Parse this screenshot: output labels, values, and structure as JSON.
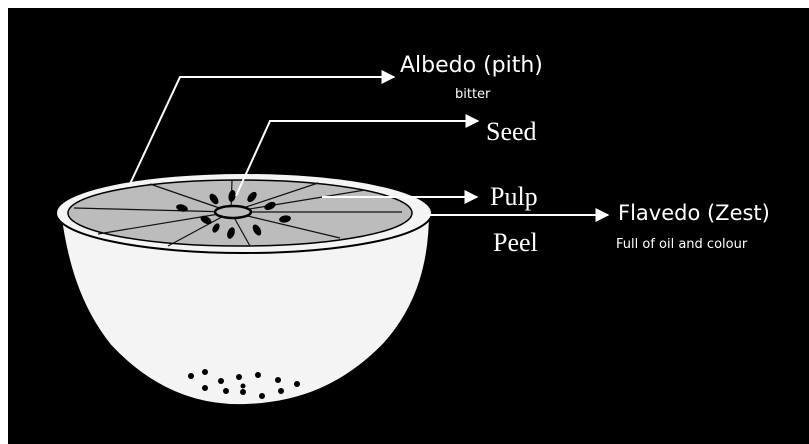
{
  "diagram": {
    "labels": {
      "albedo": "Albedo (pith)",
      "albedo_note": "bitter",
      "seed": "Seed",
      "pulp": "Pulp",
      "peel": "Peel",
      "flavedo": "Flavedo (Zest)",
      "flavedo_note": "Full of oil and colour"
    },
    "colors": {
      "background": "#000000",
      "peel": "#f4f4f4",
      "pulp": "#bcbcbc",
      "outline": "#000000",
      "arrows": "#ffffff"
    }
  }
}
